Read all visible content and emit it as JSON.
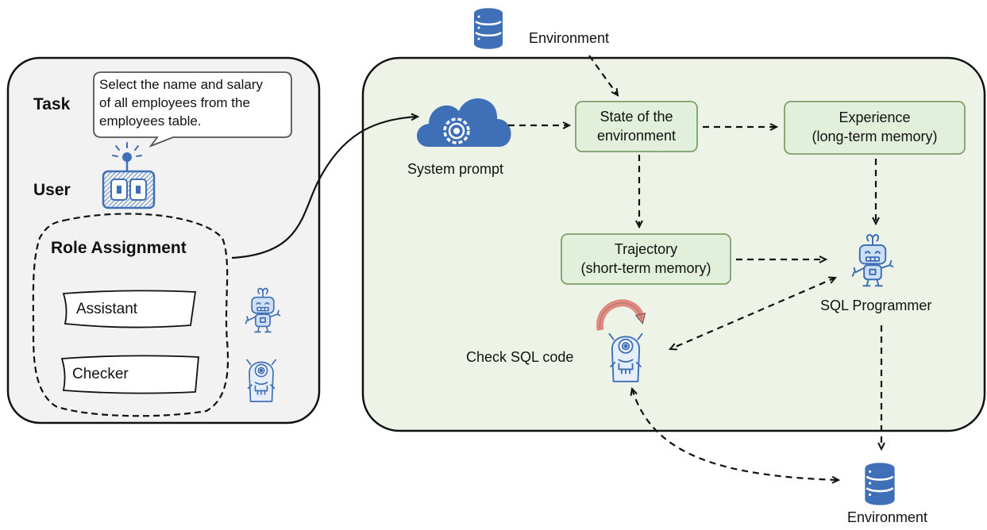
{
  "left_panel": {
    "task_label": "Task",
    "user_label": "User",
    "role_label": "Role Assignment",
    "task_text": [
      "Select the name and salary",
      "of all employees from the",
      "employees table."
    ],
    "roles": [
      "Assistant",
      "Checker"
    ]
  },
  "right_panel": {
    "env_top": "Environment",
    "env_bottom": "Environment",
    "system_prompt": "System prompt",
    "state": [
      "State of the",
      "environment"
    ],
    "experience": [
      "Experience",
      "(long-term memory)"
    ],
    "trajectory": [
      "Trajectory",
      "(short-term memory)"
    ],
    "sql_programmer": "SQL Programmer",
    "check_sql": "Check SQL code"
  },
  "colors": {
    "panel_left": "#f2f2f2",
    "panel_right": "#eef3e8",
    "box_fill": "#e2efda",
    "box_stroke": "#7f9f6a",
    "icon_blue": "#3f6fb7",
    "loop_arrow": "#e08a80"
  },
  "icons": [
    "database-icon",
    "cloud-gear-icon",
    "user-robot-icon",
    "programmer-robot-icon",
    "checker-monster-icon"
  ]
}
